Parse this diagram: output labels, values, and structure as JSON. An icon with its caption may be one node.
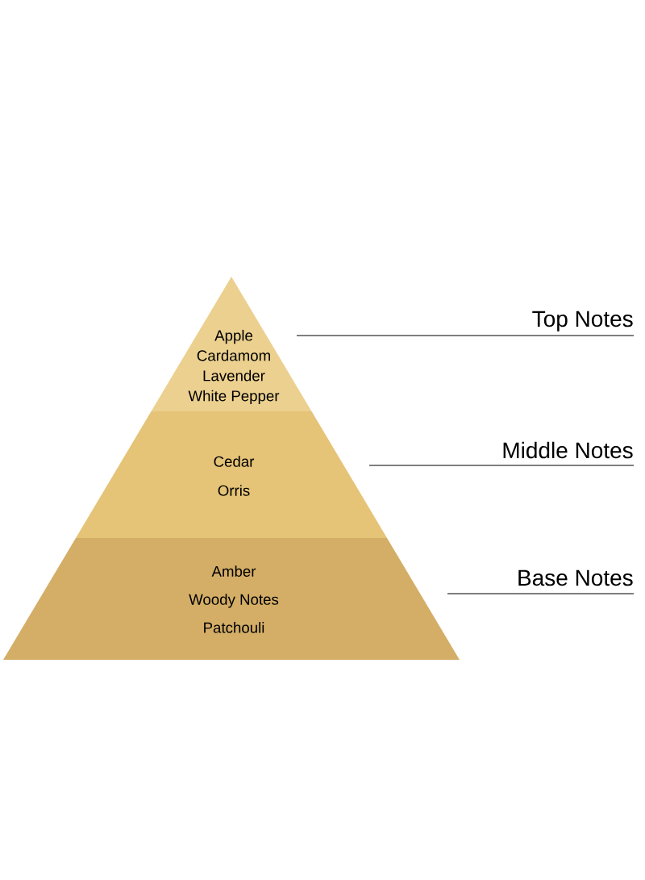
{
  "diagram": {
    "nodes": [
      {
        "text": [
          "Apple",
          "Cardamom",
          "Lavender",
          "White Pepper"
        ]
      },
      {
        "text": [
          "Cedar",
          "Orris"
        ]
      },
      {
        "text": [
          "Amber",
          "Woody Notes",
          "Patchouli"
        ]
      }
    ],
    "labels": [
      "Top Notes",
      "Middle Notes",
      "Base Notes"
    ]
  }
}
